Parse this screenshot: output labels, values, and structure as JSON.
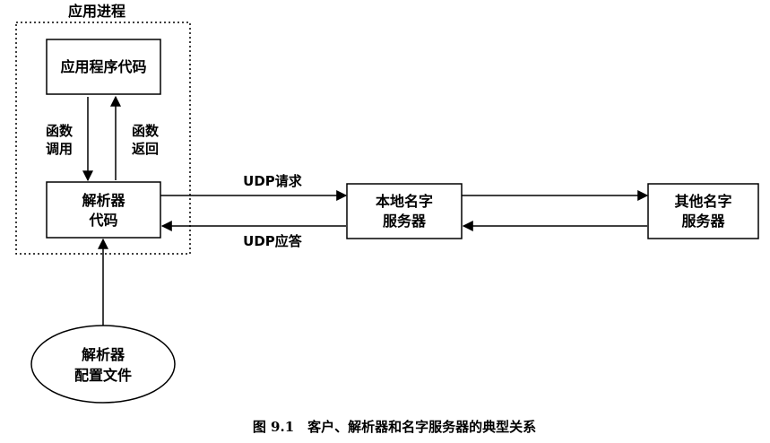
{
  "process_label": "应用进程",
  "nodes": {
    "app_code": "应用程序代码",
    "resolver_code": [
      "解析器",
      "代码"
    ],
    "local_server": [
      "本地名字",
      "服务器"
    ],
    "other_server": [
      "其他名字",
      "服务器"
    ],
    "resolver_config": [
      "解析器",
      "配置文件"
    ]
  },
  "edges": {
    "function_call": [
      "函数",
      "调用"
    ],
    "function_return": [
      "函数",
      "返回"
    ],
    "udp_request": "UDP请求",
    "udp_reply": "UDP应答"
  },
  "caption": "图 9.1　客户、解析器和名字服务器的典型关系"
}
